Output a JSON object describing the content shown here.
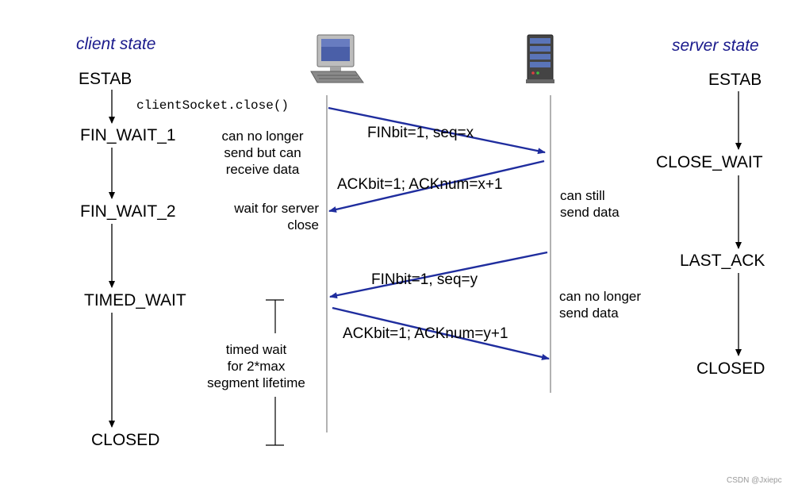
{
  "headings": {
    "client": "client state",
    "server": "server state"
  },
  "client_states": {
    "estab": "ESTAB",
    "fin_wait_1": "FIN_WAIT_1",
    "fin_wait_2": "FIN_WAIT_2",
    "timed_wait": "TIMED_WAIT",
    "closed": "CLOSED"
  },
  "server_states": {
    "estab": "ESTAB",
    "close_wait": "CLOSE_WAIT",
    "last_ack": "LAST_ACK",
    "closed": "CLOSED"
  },
  "call": "clientSocket.close()",
  "messages": {
    "fin_x": "FINbit=1, seq=x",
    "ack_x": "ACKbit=1; ACKnum=x+1",
    "fin_y": "FINbit=1, seq=y",
    "ack_y": "ACKbit=1; ACKnum=y+1"
  },
  "notes": {
    "client_no_send": [
      "can no longer",
      "send but can",
      "receive data"
    ],
    "wait_server": [
      "wait for server",
      "close"
    ],
    "timed_wait": [
      "timed wait",
      "for 2*max",
      "segment lifetime"
    ],
    "server_can_send": [
      "can still",
      "send data"
    ],
    "server_no_send": [
      "can no longer",
      "send data"
    ]
  },
  "icons": {
    "client": "desktop-computer-icon",
    "server": "server-tower-icon"
  },
  "colors": {
    "arrow": "#1f2d9e",
    "heading": "#1a1a8c",
    "timeline": "#999999"
  },
  "watermark": "CSDN @Jxiepc"
}
